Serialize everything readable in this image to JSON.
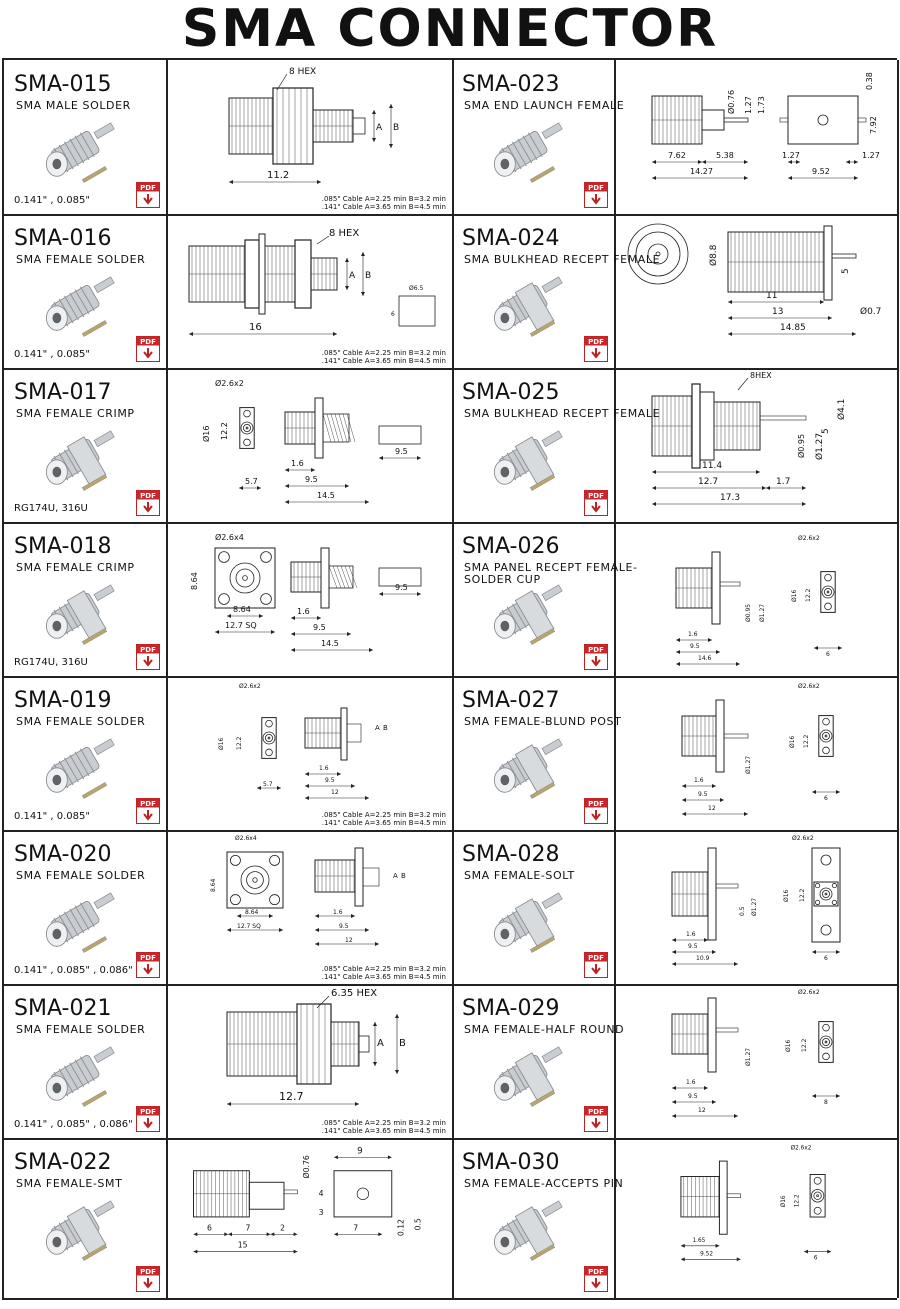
{
  "title": "SMA CONNECTOR",
  "pdf_label": "PDF",
  "note_line1": ".085\" Cable A=2.25 min B=3.2 min",
  "note_line2": ".141\" Cable A=3.65 min B=4.5 min",
  "items": [
    {
      "code": "SMA-015",
      "desc": "SMA MALE SOLDER",
      "cable": "0.141\" , 0.085\""
    },
    {
      "code": "SMA-023",
      "desc": "SMA END LAUNCH FEMALE",
      "cable": ""
    },
    {
      "code": "SMA-016",
      "desc": "SMA FEMALE SOLDER",
      "cable": "0.141\" , 0.085\""
    },
    {
      "code": "SMA-024",
      "desc": "SMA BULKHEAD RECEPT FEMALE",
      "cable": ""
    },
    {
      "code": "SMA-017",
      "desc": "SMA FEMALE CRIMP",
      "cable": "RG174U, 316U"
    },
    {
      "code": "SMA-025",
      "desc": "SMA BULKHEAD RECEPT FEMALE",
      "cable": ""
    },
    {
      "code": "SMA-018",
      "desc": "SMA FEMALE CRIMP",
      "cable": "RG174U, 316U"
    },
    {
      "code": "SMA-026",
      "desc": "SMA PANEL RECEPT FEMALE-SOLDER CUP",
      "cable": ""
    },
    {
      "code": "SMA-019",
      "desc": "SMA FEMALE SOLDER",
      "cable": "0.141\" , 0.085\""
    },
    {
      "code": "SMA-027",
      "desc": "SMA FEMALE-BLUND POST",
      "cable": ""
    },
    {
      "code": "SMA-020",
      "desc": "SMA FEMALE SOLDER",
      "cable": "0.141\" , 0.085\" , 0.086\""
    },
    {
      "code": "SMA-028",
      "desc": "SMA FEMALE-SOLT",
      "cable": ""
    },
    {
      "code": "SMA-021",
      "desc": "SMA FEMALE SOLDER",
      "cable": "0.141\" , 0.085\" , 0.086\""
    },
    {
      "code": "SMA-029",
      "desc": "SMA FEMALE-HALF ROUND",
      "cable": ""
    },
    {
      "code": "SMA-022",
      "desc": "SMA FEMALE-SMT",
      "cable": ""
    },
    {
      "code": "SMA-030",
      "desc": "SMA FEMALE-ACCEPTS PIN",
      "cable": ""
    }
  ],
  "dims": {
    "d015": [
      "8 HEX",
      "11.2",
      "A",
      "B"
    ],
    "d023": [
      "Ø0.76",
      "1.27",
      "1.73",
      "0.38",
      "7.92",
      "7.62",
      "5.38",
      "1.27",
      "1.27",
      "14.27",
      "9.52"
    ],
    "d016": [
      "8 HEX",
      "16",
      "A",
      "B",
      "Ø6.5",
      "6"
    ],
    "d024": [
      "Ø8.8",
      "5",
      "11",
      "13",
      "Ø0.7",
      "14.85"
    ],
    "d017": [
      "Ø2.6x2",
      "Ø16",
      "12.2",
      "5.7",
      "1.6",
      "9.5",
      "14.5",
      "9.5"
    ],
    "d025": [
      "8HEX",
      "Ø4.1",
      "5",
      "Ø0.95",
      "Ø1.27",
      "11.4",
      "12.7",
      "1.7",
      "17.3"
    ],
    "d018": [
      "Ø2.6x4",
      "8.64",
      "8.64",
      "12.7 SQ",
      "1.6",
      "9.5",
      "14.5",
      "9.5"
    ],
    "d026": [
      "Ø2.6x2",
      "Ø16",
      "12.2",
      "Ø0.95",
      "Ø1.27",
      "1.6",
      "9.5",
      "14.6",
      "6"
    ],
    "d019": [
      "Ø2.6x2",
      "Ø16",
      "12.2",
      "5.7",
      "1.6",
      "9.5",
      "12",
      "A",
      "B"
    ],
    "d027": [
      "Ø2.6x2",
      "Ø16",
      "12.2",
      "Ø1.27",
      "1.6",
      "9.5",
      "12",
      "6"
    ],
    "d020": [
      "Ø2.6x4",
      "8.64",
      "8.64",
      "12.7 SQ",
      "1.6",
      "9.5",
      "12",
      "A",
      "B"
    ],
    "d028": [
      "Ø2.6x2",
      "Ø16",
      "12.2",
      "0.5",
      "Ø1.27",
      "1.6",
      "9.5",
      "10.9",
      "6"
    ],
    "d021": [
      "6.35 HEX",
      "12.7",
      "A",
      "B"
    ],
    "d029": [
      "Ø2.6x2",
      "Ø16",
      "12.2",
      "Ø1.27",
      "1.6",
      "9.5",
      "12",
      "8"
    ],
    "d022": [
      "Ø0.76",
      "9",
      "4",
      "3",
      "6",
      "7",
      "2",
      "7",
      "15",
      "0.12",
      "0.5"
    ],
    "d030": [
      "Ø2.6x2",
      "Ø16",
      "12.2",
      "1.65",
      "9.52",
      "6"
    ]
  }
}
